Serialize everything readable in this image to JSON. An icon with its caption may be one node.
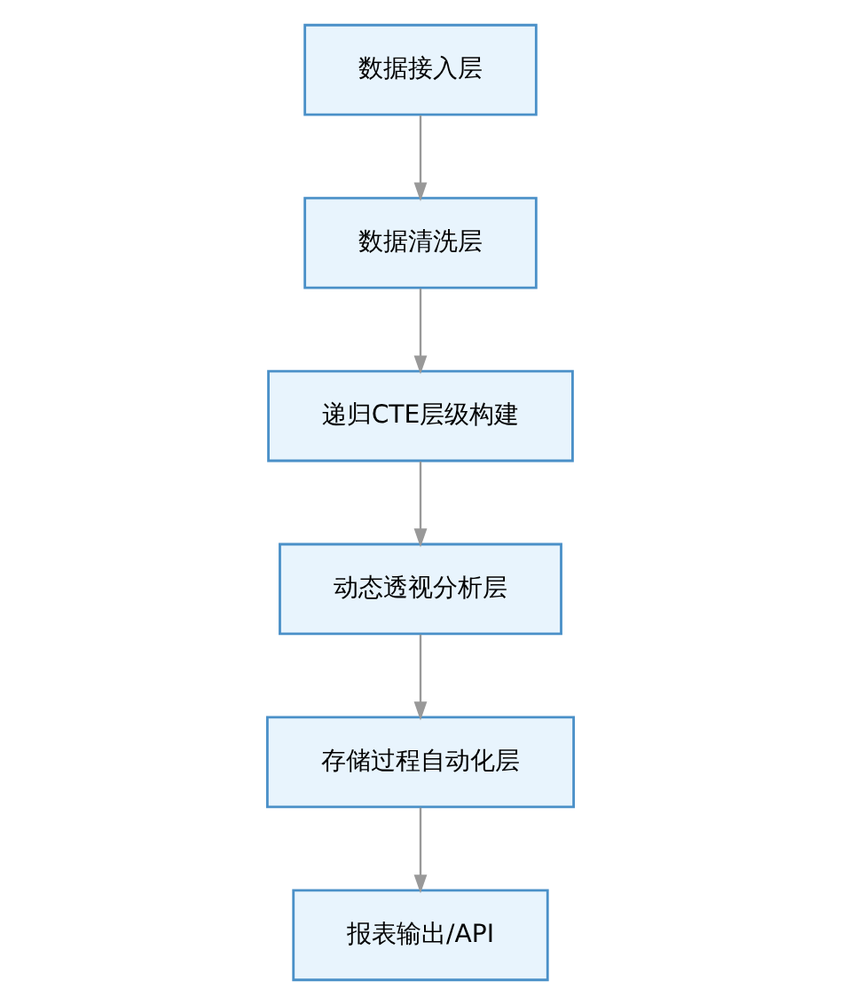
{
  "diagram": {
    "nodes": [
      {
        "text": [
          "数据接入层"
        ]
      },
      {
        "text": [
          "数据清洗层"
        ]
      },
      {
        "text": [
          "递归CTE层级构建"
        ]
      },
      {
        "text": [
          "动态透视分析层"
        ]
      },
      {
        "text": [
          "存储过程自动化层"
        ]
      },
      {
        "text": [
          "报表输出/API"
        ]
      }
    ],
    "edges": [
      {
        "from": 0,
        "to": 1,
        "arrow": "to"
      },
      {
        "from": 1,
        "to": 2,
        "arrow": "to"
      },
      {
        "from": 2,
        "to": 3,
        "arrow": "to"
      },
      {
        "from": 3,
        "to": 4,
        "arrow": "to"
      },
      {
        "from": 4,
        "to": 5,
        "arrow": "to"
      }
    ]
  }
}
